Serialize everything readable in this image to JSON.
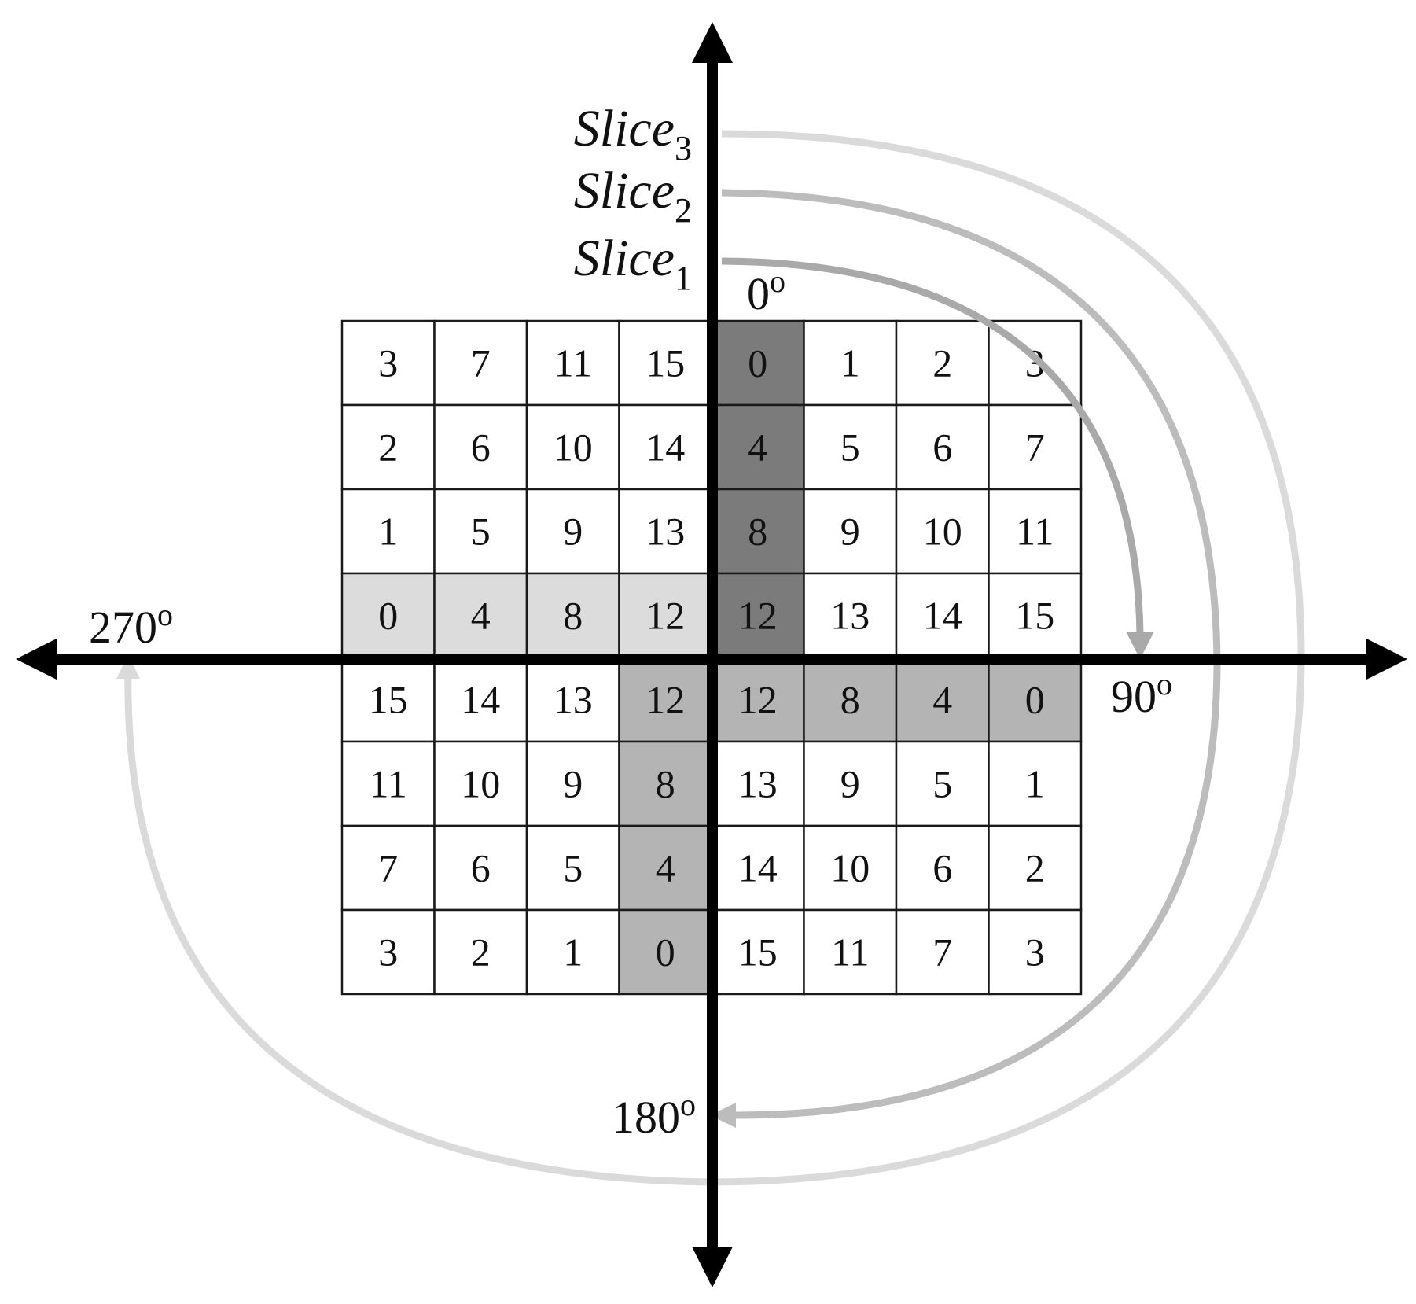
{
  "slices": [
    {
      "name": "Slice",
      "sub": "1",
      "color": "#a9a9a9"
    },
    {
      "name": "Slice",
      "sub": "2",
      "color": "#bcbcbc"
    },
    {
      "name": "Slice",
      "sub": "3",
      "color": "#dadada"
    }
  ],
  "angles": {
    "a0": {
      "value": "0",
      "sup": "o"
    },
    "a90": {
      "value": "90",
      "sup": "o"
    },
    "a180": {
      "value": "180",
      "sup": "o"
    },
    "a270": {
      "value": "270",
      "sup": "o"
    }
  },
  "grid": [
    [
      "3",
      "7",
      "11",
      "15",
      "0",
      "1",
      "2",
      "3"
    ],
    [
      "2",
      "6",
      "10",
      "14",
      "4",
      "5",
      "6",
      "7"
    ],
    [
      "1",
      "5",
      "9",
      "13",
      "8",
      "9",
      "10",
      "11"
    ],
    [
      "0",
      "4",
      "8",
      "12",
      "12",
      "13",
      "14",
      "15"
    ],
    [
      "15",
      "14",
      "13",
      "12",
      "12",
      "8",
      "4",
      "0"
    ],
    [
      "11",
      "10",
      "9",
      "8",
      "13",
      "9",
      "5",
      "1"
    ],
    [
      "7",
      "6",
      "5",
      "4",
      "14",
      "10",
      "6",
      "2"
    ],
    [
      "3",
      "2",
      "1",
      "0",
      "15",
      "11",
      "7",
      "3"
    ]
  ],
  "shading": [
    [
      "w",
      "w",
      "w",
      "w",
      "d",
      "w",
      "w",
      "w"
    ],
    [
      "w",
      "w",
      "w",
      "w",
      "d",
      "w",
      "w",
      "w"
    ],
    [
      "w",
      "w",
      "w",
      "w",
      "d",
      "w",
      "w",
      "w"
    ],
    [
      "l",
      "l",
      "l",
      "l",
      "d",
      "w",
      "w",
      "w"
    ],
    [
      "w",
      "w",
      "w",
      "m",
      "m",
      "m",
      "m",
      "m"
    ],
    [
      "w",
      "w",
      "w",
      "m",
      "w",
      "w",
      "w",
      "w"
    ],
    [
      "w",
      "w",
      "w",
      "m",
      "w",
      "w",
      "w",
      "w"
    ],
    [
      "w",
      "w",
      "w",
      "m",
      "w",
      "w",
      "w",
      "w"
    ]
  ],
  "colors": {
    "w": "#ffffff",
    "d": "#7b7b7b",
    "m": "#b4b4b4",
    "l": "#dcdcdc",
    "axis": "#000000",
    "gridline": "#1a1a1a"
  }
}
